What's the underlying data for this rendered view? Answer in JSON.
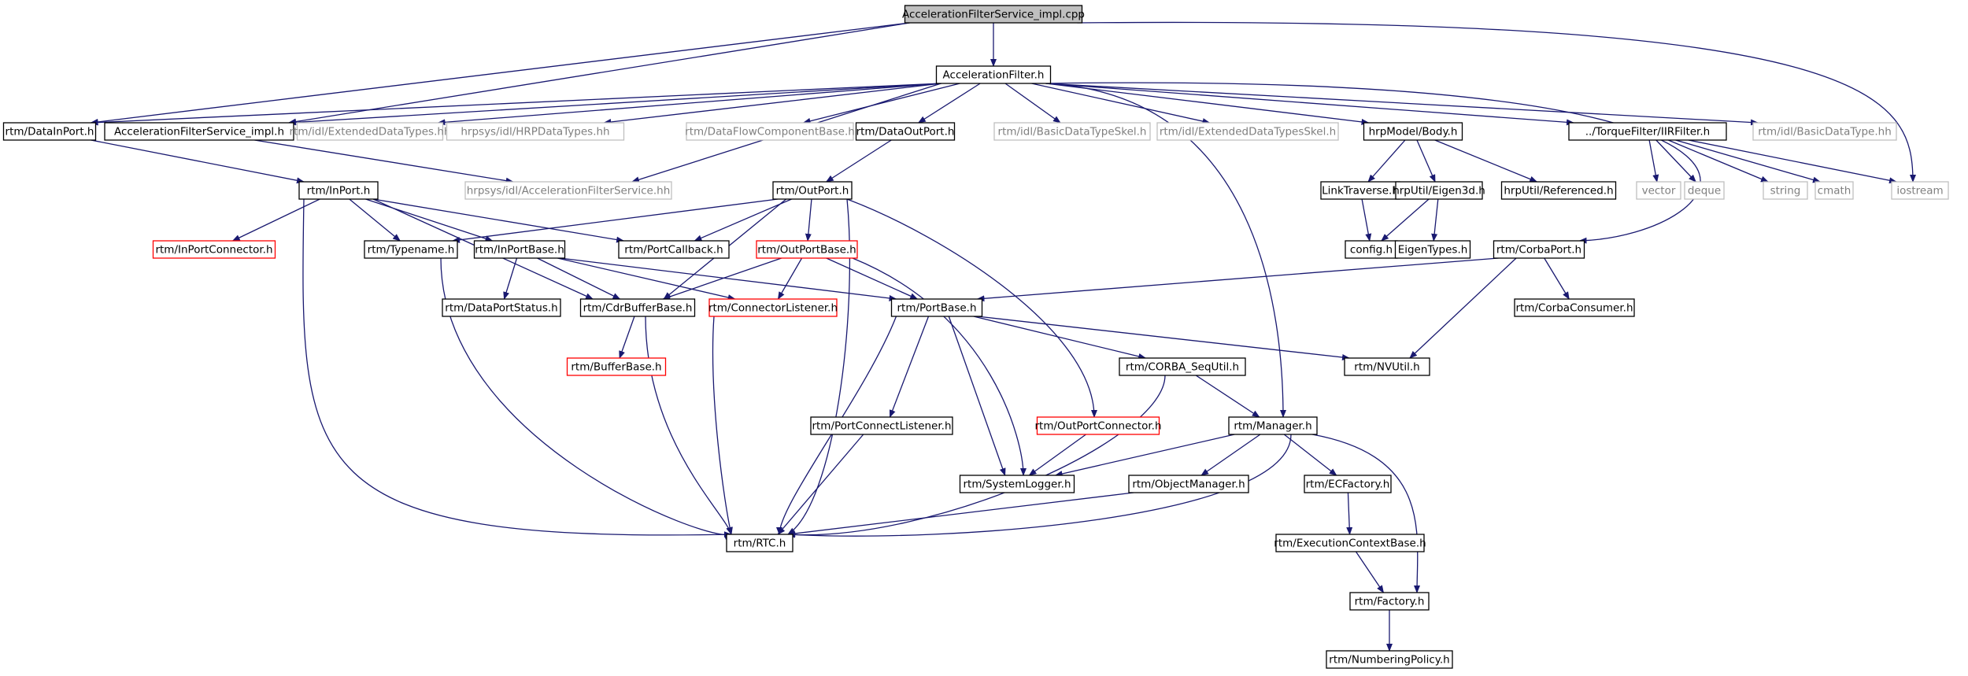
{
  "diagram": {
    "nodes": [
      {
        "id": "root",
        "label": "AccelerationFilterService_impl.cpp",
        "style": "root"
      },
      {
        "id": "af",
        "label": "AccelerationFilter.h",
        "style": "normal"
      },
      {
        "id": "datainport",
        "label": "rtm/DataInPort.h",
        "style": "normal"
      },
      {
        "id": "afsimpl",
        "label": "AccelerationFilterService_impl.h",
        "style": "normal"
      },
      {
        "id": "extdatatypes",
        "label": "rtm/idl/ExtendedDataTypes.hh",
        "style": "external"
      },
      {
        "id": "hrpdatatypes",
        "label": "hrpsys/idl/HRPDataTypes.hh",
        "style": "external"
      },
      {
        "id": "dfcb",
        "label": "rtm/DataFlowComponentBase.h",
        "style": "external"
      },
      {
        "id": "dataoutport",
        "label": "rtm/DataOutPort.h",
        "style": "normal"
      },
      {
        "id": "basicskel",
        "label": "rtm/idl/BasicDataTypeSkel.h",
        "style": "external"
      },
      {
        "id": "extskel",
        "label": "rtm/idl/ExtendedDataTypesSkel.h",
        "style": "external"
      },
      {
        "id": "body",
        "label": "hrpModel/Body.h",
        "style": "normal"
      },
      {
        "id": "iir",
        "label": "../TorqueFilter/IIRFilter.h",
        "style": "normal"
      },
      {
        "id": "basicdt",
        "label": "rtm/idl/BasicDataType.hh",
        "style": "external"
      },
      {
        "id": "afsvc",
        "label": "hrpsys/idl/AccelerationFilterService.hh",
        "style": "external"
      },
      {
        "id": "inport",
        "label": "rtm/InPort.h",
        "style": "normal"
      },
      {
        "id": "outport",
        "label": "rtm/OutPort.h",
        "style": "normal"
      },
      {
        "id": "linktraverse",
        "label": "LinkTraverse.h",
        "style": "normal"
      },
      {
        "id": "eigen3d",
        "label": "hrpUtil/Eigen3d.h",
        "style": "normal"
      },
      {
        "id": "referenced",
        "label": "hrpUtil/Referenced.h",
        "style": "normal"
      },
      {
        "id": "vector",
        "label": "vector",
        "style": "external"
      },
      {
        "id": "deque",
        "label": "deque",
        "style": "external"
      },
      {
        "id": "string",
        "label": "string",
        "style": "external"
      },
      {
        "id": "cmath",
        "label": "cmath",
        "style": "external"
      },
      {
        "id": "iostream",
        "label": "iostream",
        "style": "external"
      },
      {
        "id": "inportconnector",
        "label": "rtm/InPortConnector.h",
        "style": "truncated"
      },
      {
        "id": "typename",
        "label": "rtm/Typename.h",
        "style": "normal"
      },
      {
        "id": "inportbase",
        "label": "rtm/InPortBase.h",
        "style": "normal"
      },
      {
        "id": "portcallback",
        "label": "rtm/PortCallback.h",
        "style": "normal"
      },
      {
        "id": "outportbase",
        "label": "rtm/OutPortBase.h",
        "style": "truncated"
      },
      {
        "id": "config",
        "label": "config.h",
        "style": "normal"
      },
      {
        "id": "eigentypes",
        "label": "EigenTypes.h",
        "style": "normal"
      },
      {
        "id": "corbaport",
        "label": "rtm/CorbaPort.h",
        "style": "normal"
      },
      {
        "id": "dataportstatus",
        "label": "rtm/DataPortStatus.h",
        "style": "normal"
      },
      {
        "id": "cdrbufferbase",
        "label": "rtm/CdrBufferBase.h",
        "style": "normal"
      },
      {
        "id": "connectorlistener",
        "label": "rtm/ConnectorListener.h",
        "style": "truncated"
      },
      {
        "id": "portbase",
        "label": "rtm/PortBase.h",
        "style": "normal"
      },
      {
        "id": "corbaconsumer",
        "label": "rtm/CorbaConsumer.h",
        "style": "normal"
      },
      {
        "id": "bufferbase",
        "label": "rtm/BufferBase.h",
        "style": "truncated"
      },
      {
        "id": "corbaseq",
        "label": "rtm/CORBA_SeqUtil.h",
        "style": "normal"
      },
      {
        "id": "nvutil",
        "label": "rtm/NVUtil.h",
        "style": "normal"
      },
      {
        "id": "portconnectlistener",
        "label": "rtm/PortConnectListener.h",
        "style": "normal"
      },
      {
        "id": "outportconnector",
        "label": "rtm/OutPortConnector.h",
        "style": "truncated"
      },
      {
        "id": "manager",
        "label": "rtm/Manager.h",
        "style": "normal"
      },
      {
        "id": "systemlogger",
        "label": "rtm/SystemLogger.h",
        "style": "normal"
      },
      {
        "id": "objectmanager",
        "label": "rtm/ObjectManager.h",
        "style": "normal"
      },
      {
        "id": "ecfactory",
        "label": "rtm/ECFactory.h",
        "style": "normal"
      },
      {
        "id": "rtc",
        "label": "rtm/RTC.h",
        "style": "normal"
      },
      {
        "id": "ecbase",
        "label": "rtm/ExecutionContextBase.h",
        "style": "normal"
      },
      {
        "id": "factory",
        "label": "rtm/Factory.h",
        "style": "normal"
      },
      {
        "id": "numbering",
        "label": "rtm/NumberingPolicy.h",
        "style": "normal"
      }
    ],
    "colors": {
      "edge": "#191970",
      "node_border": "#000000",
      "external_border": "#bfbfbf",
      "external_text": "#7f7f7f",
      "truncated_border": "#ff0000",
      "root_fill": "#bfbfbf"
    }
  }
}
